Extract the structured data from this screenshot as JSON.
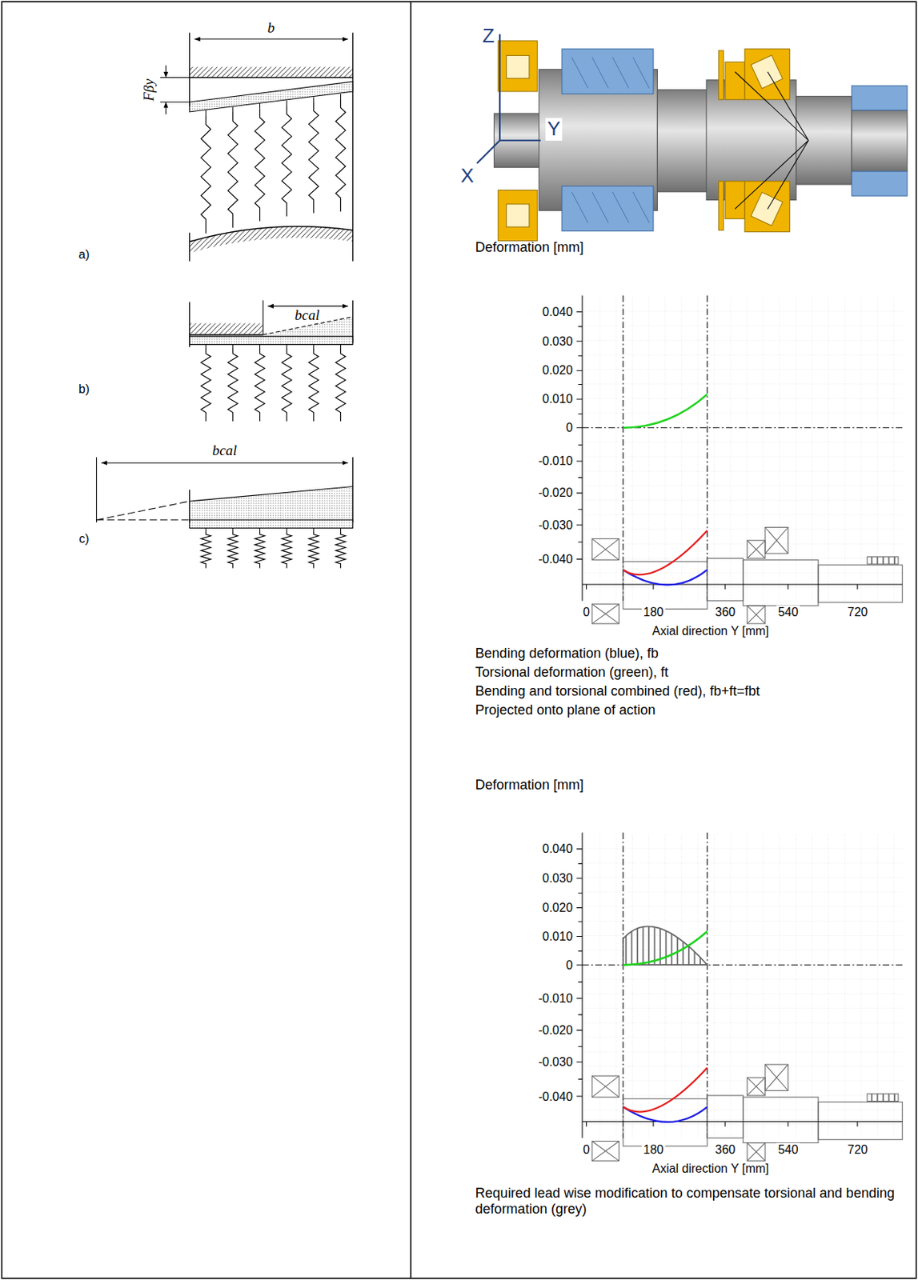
{
  "diagram": {
    "labels": [
      "b",
      "Fβy",
      "a)",
      "bcal",
      "b)",
      "bcal",
      "c)",
      "Z",
      "Y",
      "X",
      "Deformation [mm]",
      "0.040",
      "0.030",
      "0.020",
      "0.010",
      "0",
      "-0.010",
      "-0.020",
      "-0.030",
      "-0.040",
      "0",
      "180",
      "360",
      "540",
      "720",
      "Axial direction Y [mm]",
      "Bending deformation (blue), fb",
      "Torsional deformation (green), ft",
      "Bending and torsional combined (red), fb+ft=fbt",
      "Projected onto plane of action",
      "Deformation [mm]",
      "0.040",
      "0.030",
      "0.020",
      "0.010",
      "0",
      "-0.010",
      "-0.020",
      "-0.030",
      "-0.040",
      "0",
      "180",
      "360",
      "540",
      "720",
      "Axial direction Y [mm]",
      "Required lead wise modification to compensate torsional and bending deformation (grey)"
    ]
  }
}
